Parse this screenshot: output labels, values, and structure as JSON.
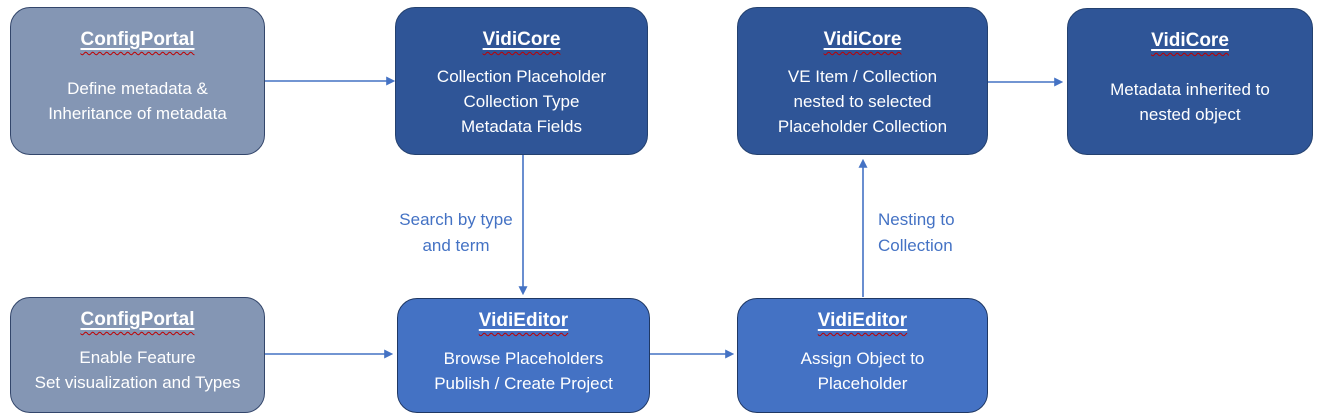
{
  "diagram": {
    "boxes": [
      {
        "id": "top-1",
        "app": "configportal",
        "heading": "ConfigPortal",
        "lines": [
          "Define metadata &",
          "Inheritance of metadata"
        ]
      },
      {
        "id": "top-2",
        "app": "vidicore",
        "heading": "VidiCore",
        "lines": [
          "Collection Placeholder",
          "Collection Type",
          "Metadata Fields"
        ]
      },
      {
        "id": "top-3",
        "app": "vidicore",
        "heading": "VidiCore",
        "lines": [
          "VE Item / Collection",
          "nested to selected",
          "Placeholder Collection"
        ]
      },
      {
        "id": "top-4",
        "app": "vidicore",
        "heading": "VidiCore",
        "lines": [
          "Metadata inherited to",
          "nested object"
        ]
      },
      {
        "id": "bot-1",
        "app": "configportal",
        "heading": "ConfigPortal",
        "lines": [
          "Enable Feature",
          "Set visualization and Types"
        ]
      },
      {
        "id": "bot-2",
        "app": "videditor",
        "heading": "VidiEditor",
        "lines": [
          "Browse Placeholders",
          "Publish / Create Project"
        ]
      },
      {
        "id": "bot-3",
        "app": "videditor",
        "heading": "VidiEditor",
        "lines": [
          "Assign Object to",
          "Placeholder"
        ]
      }
    ],
    "arrow_labels": {
      "search": {
        "lines": [
          "Search by type",
          "and term"
        ]
      },
      "nesting": {
        "lines": [
          "Nesting to",
          "Collection"
        ]
      }
    },
    "colors": {
      "configportal_fill": "#8496B4",
      "configportal_border": "#33466B",
      "vidicore_fill": "#2F5597",
      "vidicore_border": "#24416F",
      "videditor_fill": "#4472C4",
      "videditor_border": "#1F3864",
      "arrow": "#4472C4",
      "connector_label": "#4472C4",
      "node_text": "#FFFFFF",
      "spellcheck_squiggle": "#C00000"
    }
  }
}
